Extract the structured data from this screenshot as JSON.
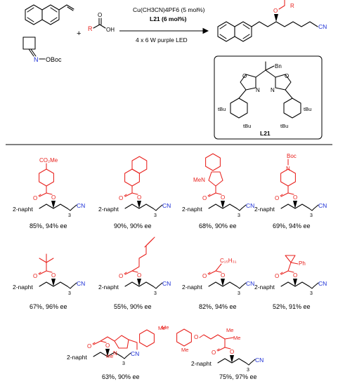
{
  "reaction": {
    "reagent_acid_R": "R",
    "reagent_acid_OH": "OH",
    "plus": "+",
    "oxime_N": "N",
    "oxime_OBoc": "OBoc",
    "catalyst_line": "Cu(CH3CN)4PF6 (5 mol%)",
    "ligand_line": "L21 (6 mol%)",
    "light_line": "4 x 6 W purple LED",
    "product_O": "O",
    "product_R": "R",
    "product_CN": "CN"
  },
  "ligand_box": {
    "Bn": "Bn",
    "tBu": "tBu",
    "O": "O",
    "N": "N",
    "label": "L21"
  },
  "common": {
    "naphthyl": "2-napht",
    "CN": "CN",
    "sub3": "3"
  },
  "products": [
    {
      "group": "CO2Me",
      "yield": "85%, 94% ee"
    },
    {
      "group": "2-naphthoyl",
      "yield": "90%, 90% ee"
    },
    {
      "group": "MeN-indole",
      "substituent": "MeN",
      "yield": "68%, 90% ee"
    },
    {
      "group": "Boc-piperidine",
      "substituent": "Boc",
      "yield": "69%, 94% ee"
    },
    {
      "group": "pivaloyl",
      "yield": "67%, 96% ee"
    },
    {
      "group": "hexynoyl",
      "yield": "55%, 90% ee"
    },
    {
      "group": "palmitoyl",
      "substituent": "C15H31",
      "yield": "82%, 94% ee"
    },
    {
      "group": "phenylcyclopropyl",
      "substituent": "Ph",
      "yield": "52%, 91% ee"
    },
    {
      "group": "tolmetin",
      "substituent": "Me",
      "yield": "63%, 90% ee"
    },
    {
      "group": "gemfibrozil",
      "substituent": "Me",
      "yield": "75%, 97% ee"
    }
  ],
  "colors": {
    "accent": "#e8201c",
    "nitrile": "#1c2fd6"
  }
}
